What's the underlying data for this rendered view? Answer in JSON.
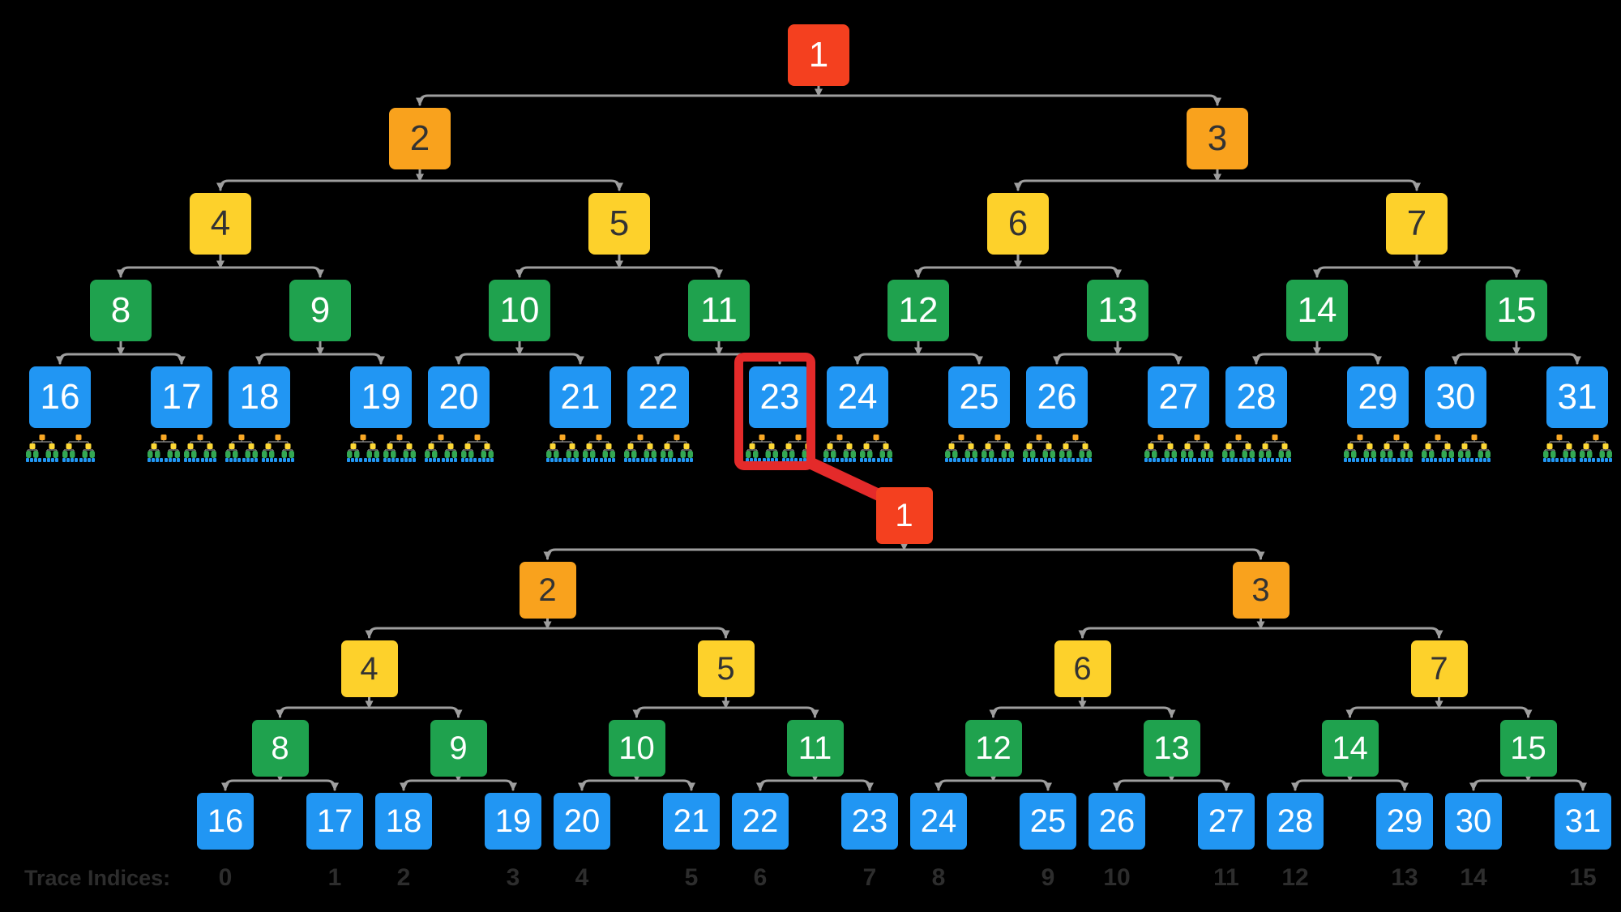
{
  "diagram": {
    "background": "#000000",
    "colors": {
      "red": "#f4401f",
      "orange": "#f9a21d",
      "yellow": "#fdd12b",
      "green": "#1fa24e",
      "blue": "#2196f3",
      "line": "#9e9e9e",
      "highlight": "#e42a2a",
      "dark_text": "#333333",
      "light_text": "#ffffff",
      "trace_text": "#2d2d2d",
      "mini_orange": "#f9a825",
      "mini_yellow": "#fdd835",
      "mini_green": "#34a853",
      "mini_blue": "#2196f3",
      "mini_line": "#8f8f8f"
    },
    "top_tree": {
      "levels": [
        [
          "1"
        ],
        [
          "2",
          "3"
        ],
        [
          "4",
          "5",
          "6",
          "7"
        ],
        [
          "8",
          "9",
          "10",
          "11",
          "12",
          "13",
          "14",
          "15"
        ],
        [
          "16",
          "17",
          "18",
          "19",
          "20",
          "21",
          "22",
          "23",
          "24",
          "25",
          "26",
          "27",
          "28",
          "29",
          "30",
          "31"
        ]
      ],
      "level_colors": [
        "red",
        "orange",
        "yellow",
        "green",
        "blue"
      ],
      "leaf_decoration": "mini-subtree-icons",
      "highlighted_node": "23"
    },
    "bottom_tree": {
      "levels": [
        [
          "1"
        ],
        [
          "2",
          "3"
        ],
        [
          "4",
          "5",
          "6",
          "7"
        ],
        [
          "8",
          "9",
          "10",
          "11",
          "12",
          "13",
          "14",
          "15"
        ],
        [
          "16",
          "17",
          "18",
          "19",
          "20",
          "21",
          "22",
          "23",
          "24",
          "25",
          "26",
          "27",
          "28",
          "29",
          "30",
          "31"
        ]
      ],
      "level_colors": [
        "red",
        "orange",
        "yellow",
        "green",
        "blue"
      ],
      "expanded_from_node": "23"
    },
    "trace": {
      "label": "Trace Indices:",
      "indices": [
        "0",
        "1",
        "2",
        "3",
        "4",
        "5",
        "6",
        "7",
        "8",
        "9",
        "10",
        "11",
        "12",
        "13",
        "14",
        "15"
      ]
    }
  }
}
